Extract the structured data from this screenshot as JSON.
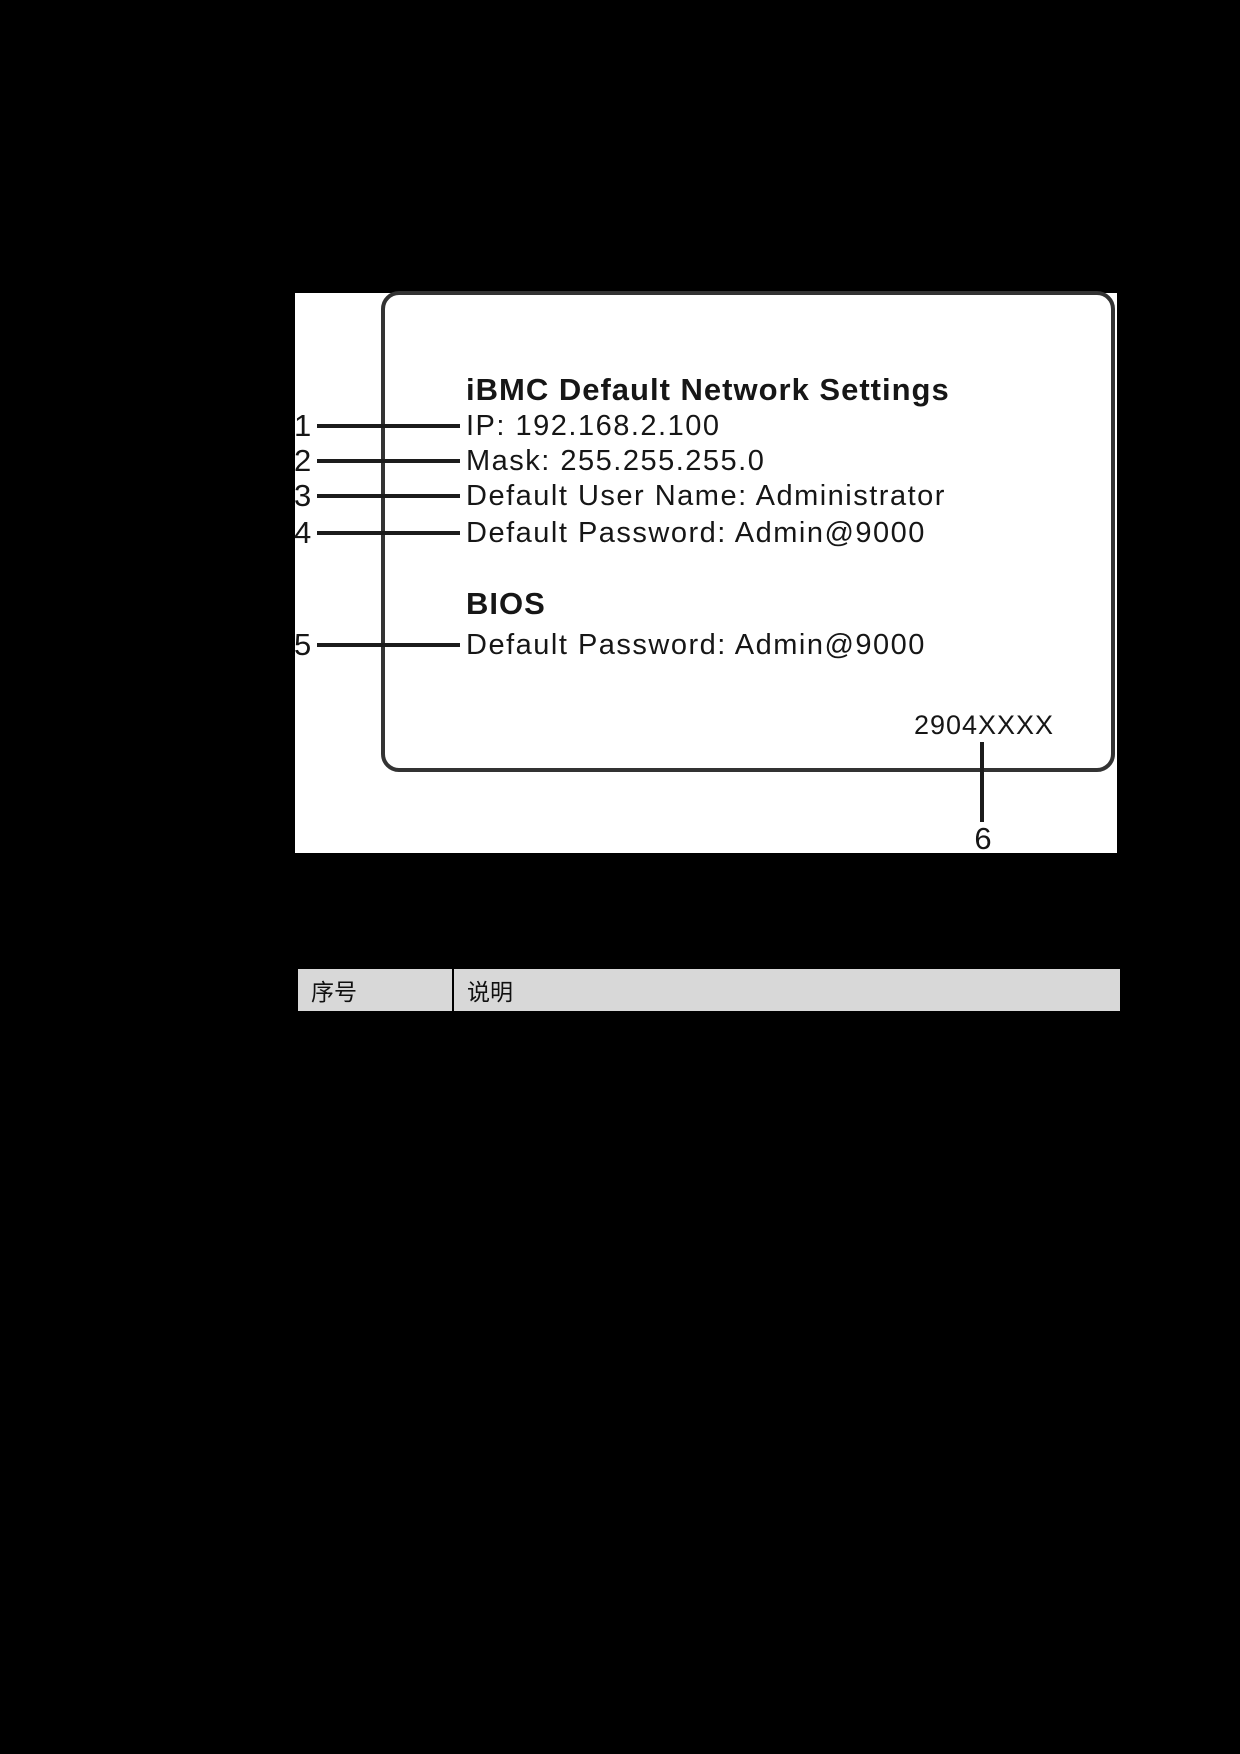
{
  "figure": {
    "title": "iBMC Default Network Settings",
    "bios_heading": "BIOS",
    "serial_number": "2904XXXX",
    "callouts": [
      {
        "num": "1",
        "label": "IP: 192.168.2.100"
      },
      {
        "num": "2",
        "label": "Mask: 255.255.255.0"
      },
      {
        "num": "3",
        "label": "Default User Name: Administrator"
      },
      {
        "num": "4",
        "label": "Default Password: Admin@9000"
      },
      {
        "num": "5",
        "label": "Default Password: Admin@9000"
      },
      {
        "num": "6"
      }
    ]
  },
  "table": {
    "col1": "序号",
    "col2": "说明"
  },
  "colors": {
    "page_background": "#000000",
    "figure_background": "#ffffff",
    "label_border": "#333333",
    "table_header_fill": "#d8d8d8",
    "text": "#161616"
  }
}
